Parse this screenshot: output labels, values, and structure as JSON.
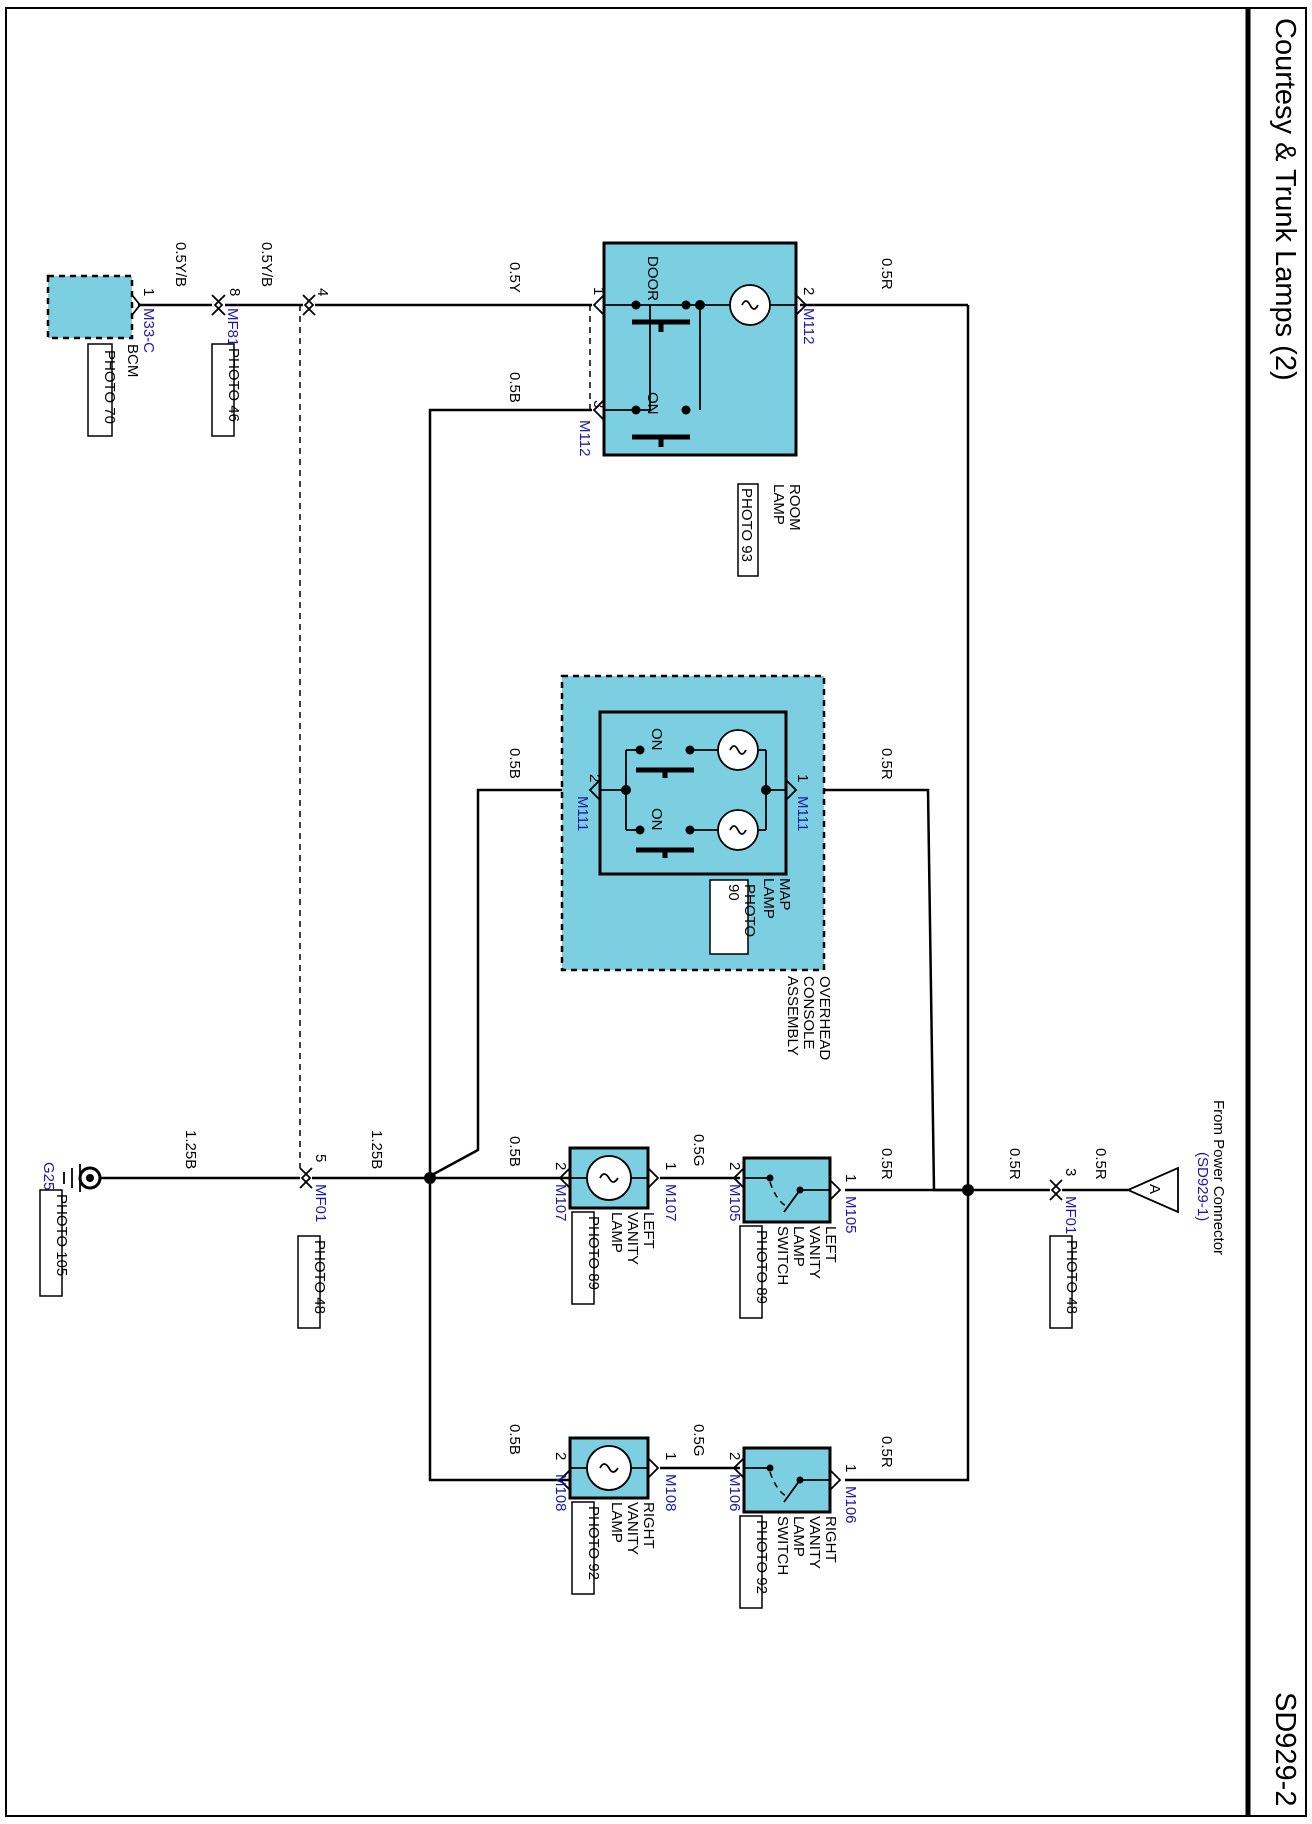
{
  "title": "Courtesy & Trunk Lamps (2)",
  "page_code": "SD929-2",
  "power_source": {
    "label": "From Power Connector",
    "ref": "(SD929-1)",
    "symbol": "A",
    "wire": "0.5R"
  },
  "connectors": {
    "m112": "M112",
    "m111": "M111",
    "mf01": "MF01",
    "mf81": "MF81",
    "m33c": "M33-C",
    "m105": "M105",
    "m106": "M106",
    "m107": "M107",
    "m108": "M108",
    "g25": "G25"
  },
  "components": {
    "room_lamp": {
      "line1": "ROOM",
      "line2": "LAMP",
      "photo": "PHOTO 93",
      "door": "DOOR",
      "on": "ON"
    },
    "map_lamp": {
      "line1": "MAP",
      "line2": "LAMP",
      "photo1": "PHOTO",
      "photo2": "90",
      "on": "ON"
    },
    "overhead": {
      "line1": "OVERHEAD",
      "line2": "CONSOLE",
      "line3": "ASSEMBLY"
    },
    "bcm": {
      "label": "BCM",
      "photo": "PHOTO 70"
    },
    "left_switch": {
      "line1": "LEFT",
      "line2": "VANITY",
      "line3": "LAMP",
      "line4": "SWITCH",
      "photo": "PHOTO 89"
    },
    "left_lamp": {
      "line1": "LEFT",
      "line2": "VANITY",
      "line3": "LAMP",
      "photo": "PHOTO 89"
    },
    "right_switch": {
      "line1": "RIGHT",
      "line2": "VANITY",
      "line3": "LAMP",
      "line4": "SWITCH",
      "photo": "PHOTO 92"
    },
    "right_lamp": {
      "line1": "RIGHT",
      "line2": "VANITY",
      "line3": "LAMP",
      "photo": "PHOTO 92"
    }
  },
  "photos": {
    "mf81": "PHOTO 46",
    "mf01_top": "PHOTO 48",
    "mf01_bottom": "PHOTO 48",
    "ground": "PHOTO 105"
  },
  "wires": {
    "r": "0.5R",
    "y": "0.5Y",
    "yb": "0.5Y/B",
    "b": "0.5B",
    "g": "0.5G",
    "b125": "1.25B"
  },
  "pins": {
    "p1": "1",
    "p2": "2",
    "p3": "3",
    "p4": "4",
    "p5": "5",
    "p8": "8"
  }
}
